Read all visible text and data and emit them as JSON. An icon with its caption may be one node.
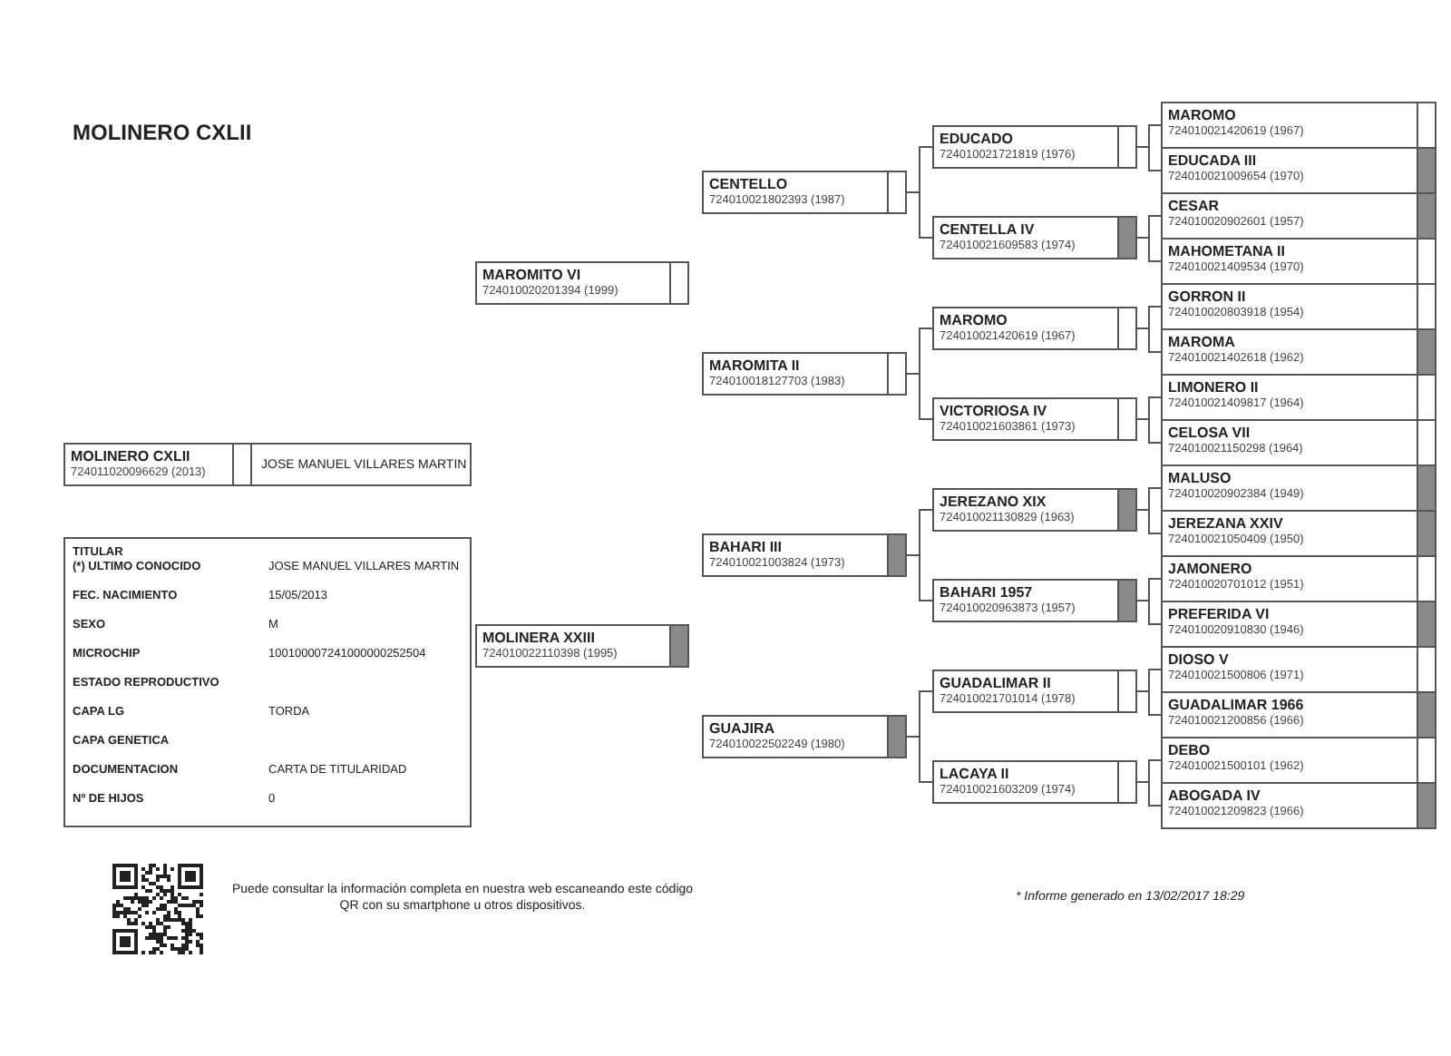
{
  "diagram": {
    "title": "MOLINERO CXLII",
    "nodes": [
      {
        "text": [
          "MOLINERO CXLII",
          "724011020096629 (2013)",
          "JOSE MANUEL VILLARES MARTIN"
        ]
      },
      {
        "text": [
          "TITULAR",
          "(*) ULTIMO CONOCIDO",
          "JOSE MANUEL VILLARES MARTIN",
          "FEC. NACIMIENTO",
          "15/05/2013",
          "SEXO",
          "M",
          "MICROCHIP",
          "100100007241000000252504",
          "ESTADO REPRODUCTIVO",
          "CAPA LG",
          "TORDA",
          "CAPA GENETICA",
          "DOCUMENTACION",
          "CARTA DE TITULARIDAD",
          "Nº DE HIJOS",
          "0"
        ]
      },
      {
        "text": [
          "MAROMITO VI",
          "724010020201394 (1999)"
        ]
      },
      {
        "text": [
          "MOLINERA XXIII",
          "724010022110398 (1995)"
        ]
      },
      {
        "text": [
          "CENTELLO",
          "724010021802393 (1987)"
        ]
      },
      {
        "text": [
          "MAROMITA II",
          "724010018127703 (1983)"
        ]
      },
      {
        "text": [
          "BAHARI III",
          "724010021003824 (1973)"
        ]
      },
      {
        "text": [
          "GUAJIRA",
          "724010022502249 (1980)"
        ]
      },
      {
        "text": [
          "EDUCADO",
          "724010021721819 (1976)"
        ]
      },
      {
        "text": [
          "CENTELLA IV",
          "724010021609583 (1974)"
        ]
      },
      {
        "text": [
          "MAROMO",
          "724010021420619 (1967)"
        ]
      },
      {
        "text": [
          "VICTORIOSA IV",
          "724010021603861 (1973)"
        ]
      },
      {
        "text": [
          "JEREZANO XIX",
          "724010021130829 (1963)"
        ]
      },
      {
        "text": [
          "BAHARI 1957",
          "724010020963873 (1957)"
        ]
      },
      {
        "text": [
          "GUADALIMAR II",
          "724010021701014 (1978)"
        ]
      },
      {
        "text": [
          "LACAYA II",
          "724010021603209 (1974)"
        ]
      },
      {
        "text": [
          "MAROMO",
          "724010021420619 (1967)"
        ]
      },
      {
        "text": [
          "EDUCADA III",
          "724010021009654 (1970)"
        ]
      },
      {
        "text": [
          "CESAR",
          "724010020902601 (1957)"
        ]
      },
      {
        "text": [
          "MAHOMETANA II",
          "724010021409534 (1970)"
        ]
      },
      {
        "text": [
          "GORRON II",
          "724010020803918 (1954)"
        ]
      },
      {
        "text": [
          "MAROMA",
          "724010021402618 (1962)"
        ]
      },
      {
        "text": [
          "LIMONERO II",
          "724010021409817 (1964)"
        ]
      },
      {
        "text": [
          "CELOSA VII",
          "724010021150298 (1964)"
        ]
      },
      {
        "text": [
          "MALUSO",
          "724010020902384 (1949)"
        ]
      },
      {
        "text": [
          "JEREZANA XXIV",
          "724010021050409 (1950)"
        ]
      },
      {
        "text": [
          "JAMONERO",
          "724010020701012 (1951)"
        ]
      },
      {
        "text": [
          "PREFERIDA VI",
          "724010020910830 (1946)"
        ]
      },
      {
        "text": [
          "DIOSO V",
          "724010021500806 (1971)"
        ]
      },
      {
        "text": [
          "GUADALIMAR 1966",
          "724010021200856 (1966)"
        ]
      },
      {
        "text": [
          "DEBO",
          "724010021500101 (1962)"
        ]
      },
      {
        "text": [
          "ABOGADA IV",
          "724010021209823 (1966)"
        ]
      }
    ],
    "edges": [
      {
        "from": 4,
        "to": 8,
        "arrow": "none"
      },
      {
        "from": 4,
        "to": 9,
        "arrow": "none"
      },
      {
        "from": 5,
        "to": 10,
        "arrow": "none"
      },
      {
        "from": 5,
        "to": 11,
        "arrow": "none"
      },
      {
        "from": 6,
        "to": 12,
        "arrow": "none"
      },
      {
        "from": 6,
        "to": 13,
        "arrow": "none"
      },
      {
        "from": 7,
        "to": 14,
        "arrow": "none"
      },
      {
        "from": 7,
        "to": 15,
        "arrow": "none"
      },
      {
        "from": 8,
        "to": 16,
        "arrow": "none"
      },
      {
        "from": 8,
        "to": 17,
        "arrow": "none"
      },
      {
        "from": 9,
        "to": 18,
        "arrow": "none"
      },
      {
        "from": 9,
        "to": 19,
        "arrow": "none"
      },
      {
        "from": 10,
        "to": 20,
        "arrow": "none"
      },
      {
        "from": 10,
        "to": 21,
        "arrow": "none"
      },
      {
        "from": 11,
        "to": 22,
        "arrow": "none"
      },
      {
        "from": 11,
        "to": 23,
        "arrow": "none"
      },
      {
        "from": 12,
        "to": 24,
        "arrow": "none"
      },
      {
        "from": 12,
        "to": 25,
        "arrow": "none"
      },
      {
        "from": 13,
        "to": 26,
        "arrow": "none"
      },
      {
        "from": 13,
        "to": 27,
        "arrow": "none"
      },
      {
        "from": 14,
        "to": 28,
        "arrow": "none"
      },
      {
        "from": 14,
        "to": 29,
        "arrow": "none"
      },
      {
        "from": 15,
        "to": 30,
        "arrow": "none"
      },
      {
        "from": 15,
        "to": 31,
        "arrow": "none"
      }
    ],
    "labels": [
      "Puede consultar la información completa en nuestra web escaneando este código QR con su smartphone u otros dispositivos.",
      "* Informe generado en 13/02/2017 18:29"
    ]
  }
}
